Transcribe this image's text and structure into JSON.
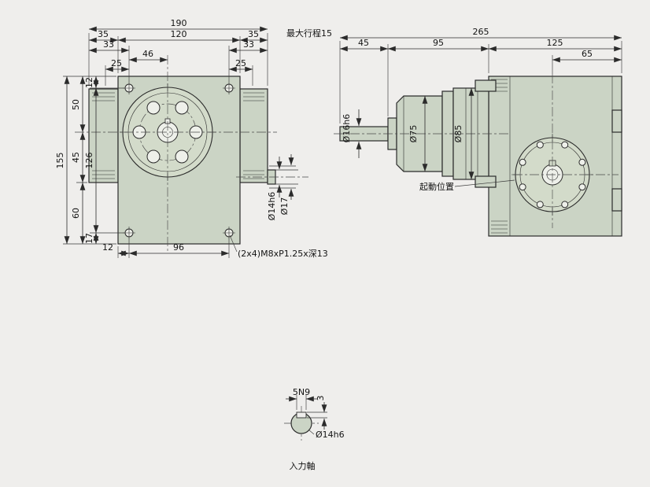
{
  "meta": {
    "background": "#efeeec",
    "body_fill": "#cbd4c5",
    "line_color": "#2b2b2b"
  },
  "front_view": {
    "dims": {
      "total_width": "190",
      "flange_left": "35",
      "body_width": "120",
      "flange_right": "35",
      "hole_offset_left": "33",
      "hole_offset_right": "33",
      "bolt_span": "46",
      "edge_left": "25",
      "edge_right": "25",
      "total_height": "155",
      "top_to_center": "50",
      "center_to_flange": "45",
      "flange_to_bottom": "60",
      "top_to_hole": "12",
      "hole_to_hole": "126",
      "hole_to_bottom": "17",
      "bottom_offset": "12",
      "bottom_span": "96",
      "shaft_dia": "Ø14h6",
      "boss_dia": "Ø17",
      "thread_note": "(2x4)M8xP1.25x深13"
    }
  },
  "side_view": {
    "dims": {
      "max_stroke": "最大行程15",
      "total_length": "265",
      "seg_45": "45",
      "seg_95": "95",
      "seg_125": "125",
      "seg_65": "65",
      "input_shaft_dia": "Ø16h6",
      "cylinder_dia": "Ø75",
      "flange_dia": "Ø85",
      "start_position": "起動位置"
    }
  },
  "shaft_detail": {
    "dims": {
      "key_width": "5N9",
      "key_depth": "3",
      "shaft_dia": "Ø14h6"
    },
    "label": "入力軸"
  }
}
